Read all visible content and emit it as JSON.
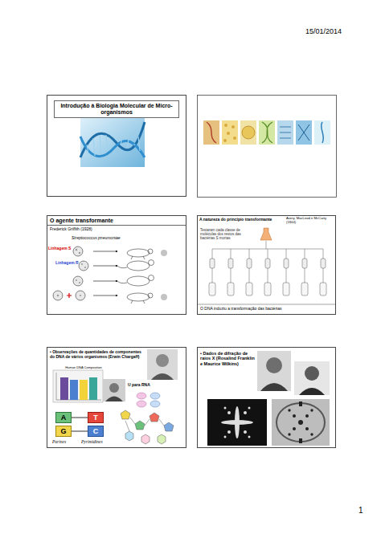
{
  "diagram": {
    "nodes": [
      {
        "text": [
          "Introdução à Biologia Molecular de Micro-organismos"
        ]
      },
      {
        "text": [
          "O agente transformante",
          "Frederick Griffith (1928)",
          "Streptococcus pneumoniae",
          "Linhagem S",
          "Linhagem R"
        ]
      },
      {
        "text": [
          "A natureza do princípio transformante",
          "Avery, MacLeod e McCarty (1944)",
          "Testaram cada classe de moléculas dos restos das bactérias S mortas",
          "O DNA induziu a transformação das bactérias"
        ]
      },
      {
        "text": [
          "• Observações de quantidades de componentes do DNA de vários organismos (Erwin Chargaff)",
          "Human DNA Composition",
          "U para RNA",
          "Purines",
          "Pyrimidines"
        ]
      },
      {
        "text": [
          "A"
        ],
        "in": 3
      },
      {
        "text": [
          "T"
        ],
        "in": 3
      },
      {
        "text": [
          "G"
        ],
        "in": 3
      },
      {
        "text": [
          "C"
        ],
        "in": 3
      },
      {
        "text": [
          "• Dados de difração de raios X (Rosalind Franklin e Maurice Wilkins)"
        ]
      }
    ],
    "edges": [
      {
        "from": 4,
        "to": 5,
        "arrow": "none"
      },
      {
        "from": 6,
        "to": 7,
        "arrow": "none"
      }
    ],
    "labels": [
      "15/01/2014",
      "1"
    ]
  }
}
